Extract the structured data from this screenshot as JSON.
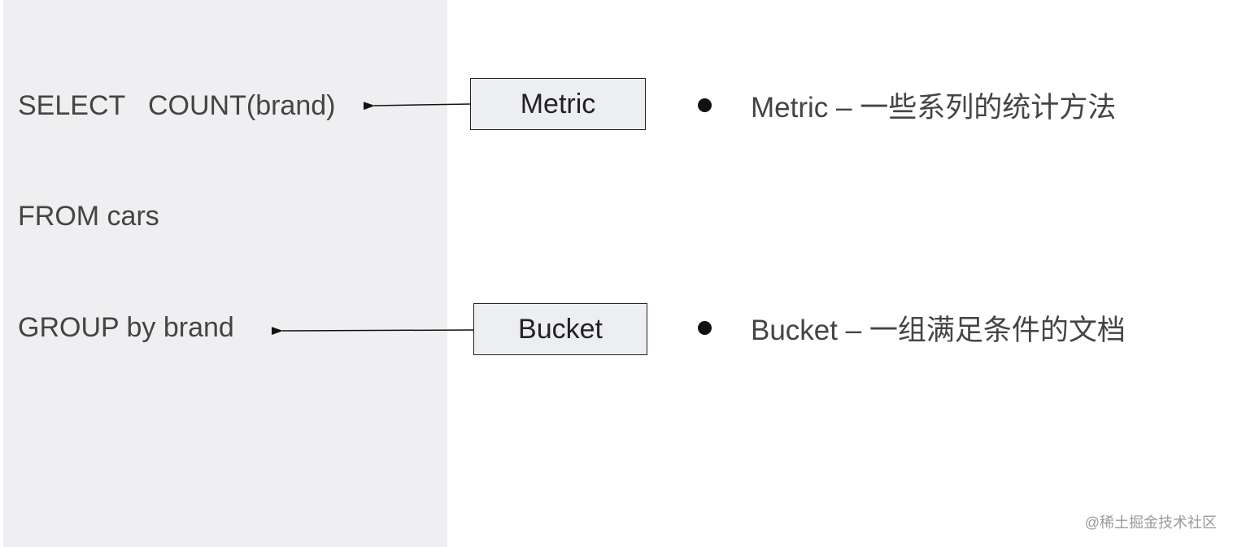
{
  "sql": {
    "select_line": "SELECT   COUNT(brand)",
    "from_line": "FROM cars",
    "group_line": "GROUP by brand"
  },
  "boxes": {
    "metric_label": "Metric",
    "bucket_label": "Bucket"
  },
  "bullets": [
    {
      "text": "Metric – 一些系列的统计方法"
    },
    {
      "text": "Bucket – 一组满足条件的文档"
    }
  ],
  "watermark": "@稀土掘金技术社区"
}
